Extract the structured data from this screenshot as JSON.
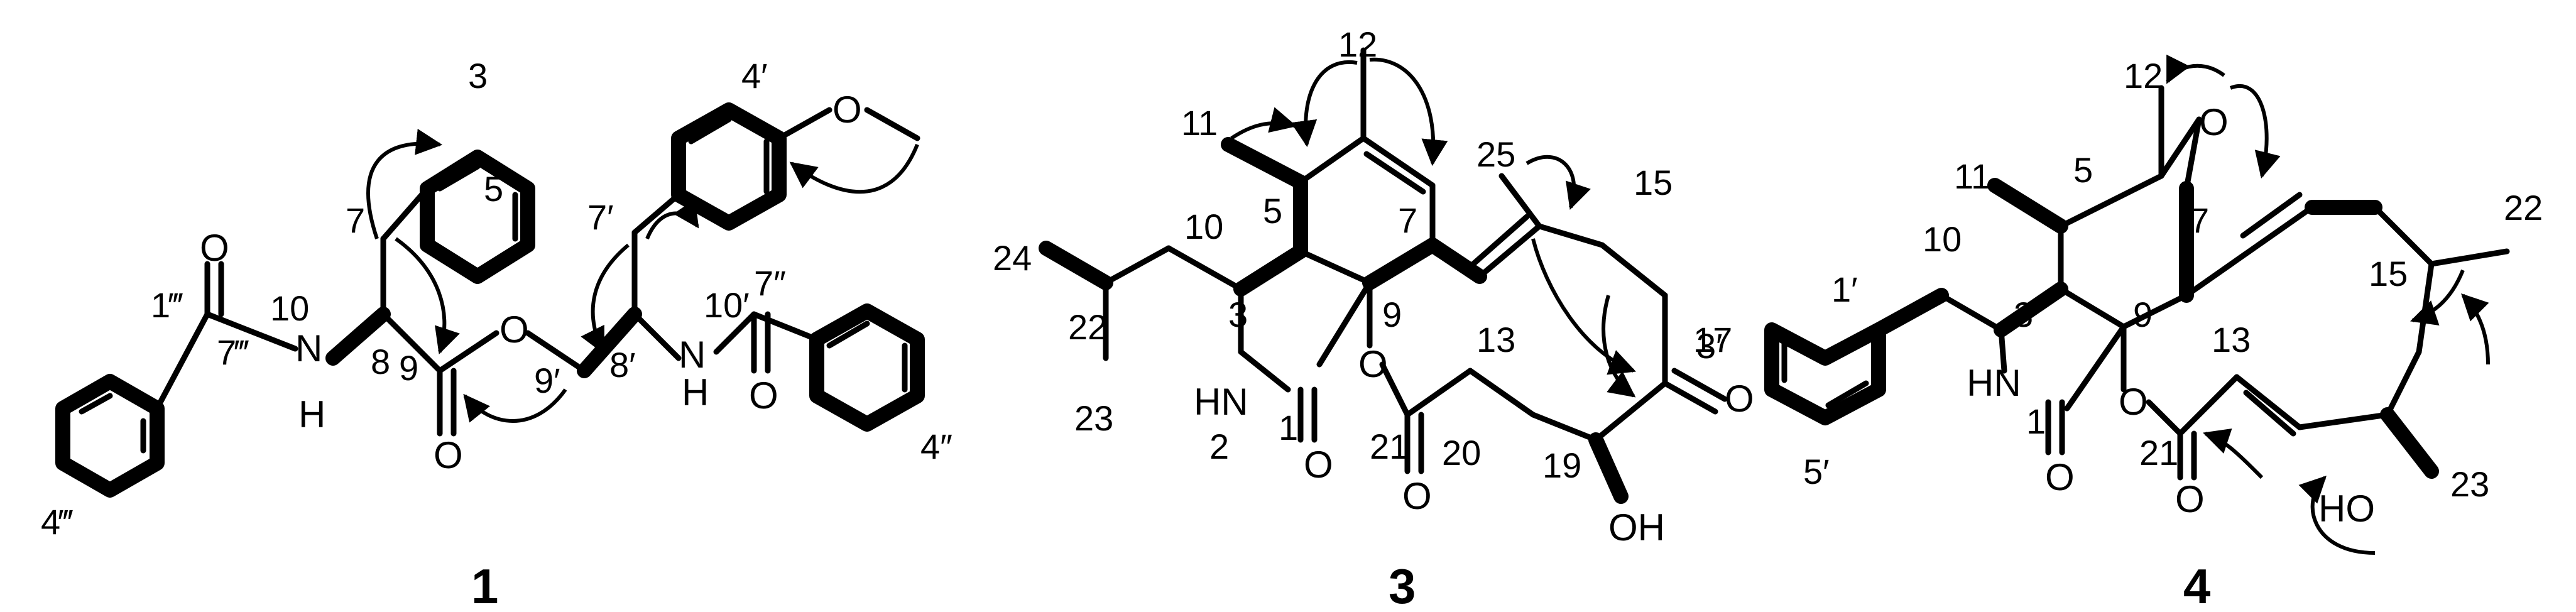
{
  "compounds": [
    {
      "label": "1",
      "atoms": [
        "N",
        "H",
        "O",
        "O",
        "O",
        "N",
        "H",
        "O",
        "O",
        "O"
      ],
      "numbers": [
        "3",
        "5",
        "7",
        "8",
        "9",
        "10",
        "1‴",
        "7‴",
        "4‴",
        "4′",
        "7′",
        "8′",
        "9′",
        "10′",
        "7″",
        "4″"
      ]
    },
    {
      "label": "3",
      "atoms": [
        "HN",
        "O",
        "O",
        "O",
        "O",
        "OH"
      ],
      "numbers": [
        "12",
        "11",
        "25",
        "15",
        "5",
        "7",
        "10",
        "24",
        "22",
        "23",
        "3",
        "9",
        "2",
        "1",
        "13",
        "17",
        "21",
        "20",
        "19"
      ]
    },
    {
      "label": "4",
      "atoms": [
        "O",
        "HN",
        "O",
        "O",
        "O",
        "HO"
      ],
      "numbers": [
        "12",
        "11",
        "5",
        "7",
        "10",
        "1′",
        "3′",
        "5′",
        "3",
        "9",
        "1",
        "13",
        "15",
        "22",
        "21",
        "23"
      ]
    }
  ],
  "colors": {
    "ink": "#000000",
    "background": "#ffffff"
  }
}
